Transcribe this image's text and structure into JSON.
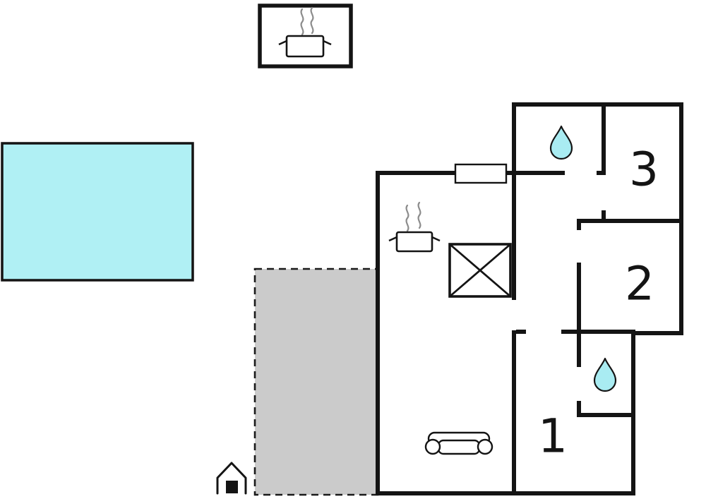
{
  "scene": {
    "type": "vacation-home-floor-plan",
    "background": "#ffffff"
  },
  "colors": {
    "wall": "#141414",
    "pool_fill": "#b0f0f4",
    "drop_fill": "#a9ecf2",
    "terrace_fill": "#cbcbcb",
    "steam": "#8c8c8c",
    "label_color": "#141414"
  },
  "room_labels": {
    "bedroom1": "1",
    "bedroom2": "2",
    "bedroom3": "3"
  },
  "areas": {
    "pool": "swimming-pool",
    "terrace": "terrace",
    "grill_hut": "grill-hut",
    "house": "main-building"
  },
  "icons": {
    "cooking_pot": "cooking-pot-icon",
    "steam": "steam-icon",
    "water_drop": "water-drop-icon",
    "sofa": "sofa-icon",
    "crossed_box": "crossed-box-icon",
    "window": "window-icon",
    "well": "well-icon"
  }
}
